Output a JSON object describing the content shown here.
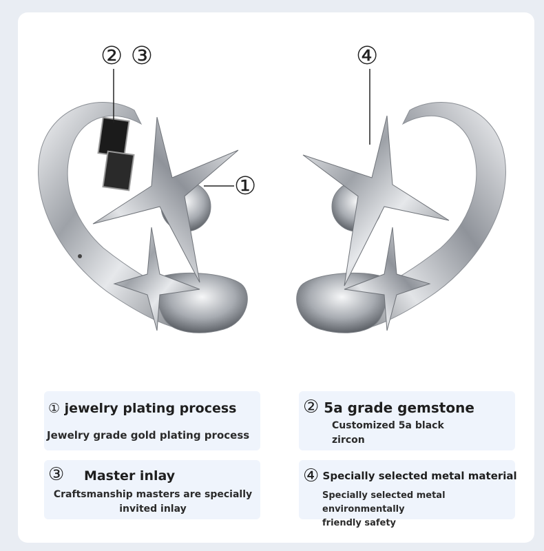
{
  "callouts": {
    "label_left": "② ③",
    "label_right": "④",
    "label_star": "①"
  },
  "features": [
    {
      "number": "①",
      "title": "jewelry plating process",
      "desc_lines": [
        "Jewelry grade gold plating process"
      ]
    },
    {
      "number": "②",
      "title": "5a grade gemstone",
      "desc_lines": [
        "Customized 5a black",
        "zircon"
      ]
    },
    {
      "number": "③",
      "title": "Master inlay",
      "desc_lines": [
        "Craftsmanship masters are specially",
        "invited inlay"
      ]
    },
    {
      "number": "④",
      "title": "Specially selected metal material",
      "desc_lines": [
        "Specially selected metal environmentally",
        "friendly safety"
      ]
    }
  ],
  "colors": {
    "page_bg": "#e9edf3",
    "card_bg": "#ffffff",
    "box_bg": "#eff4fc",
    "metal": "#b8bcc2"
  }
}
